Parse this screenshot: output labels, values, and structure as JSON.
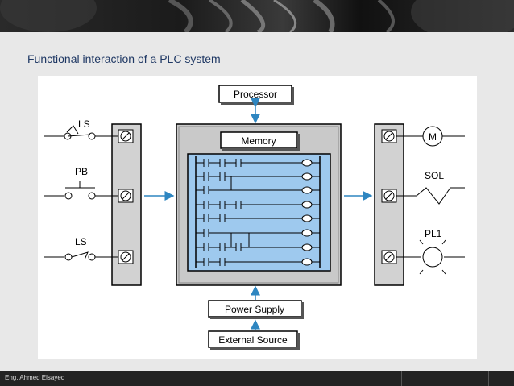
{
  "slide": {
    "title": "Functional interaction of a PLC system",
    "footer_author": "Eng. Ahmed Elsayed"
  },
  "diagram": {
    "processor_label": "Processor",
    "memory_label": "Memory",
    "power_supply_label": "Power Supply",
    "external_source_label": "External Source",
    "inputs": [
      {
        "label": "LS",
        "type": "limit-switch-nc"
      },
      {
        "label": "PB",
        "type": "push-button-no"
      },
      {
        "label": "LS",
        "type": "limit-switch-no-held"
      }
    ],
    "outputs": [
      {
        "label": "M",
        "type": "motor"
      },
      {
        "label": "SOL",
        "type": "solenoid"
      },
      {
        "label": "PL1",
        "type": "pilot-light"
      }
    ],
    "colors": {
      "title": "#1f3864",
      "arrow": "#2e86c1",
      "ladder_bg": "#9ec9ee",
      "cpu_frame": "#c9c9c9",
      "module_frame": "#d2d2d2"
    }
  }
}
